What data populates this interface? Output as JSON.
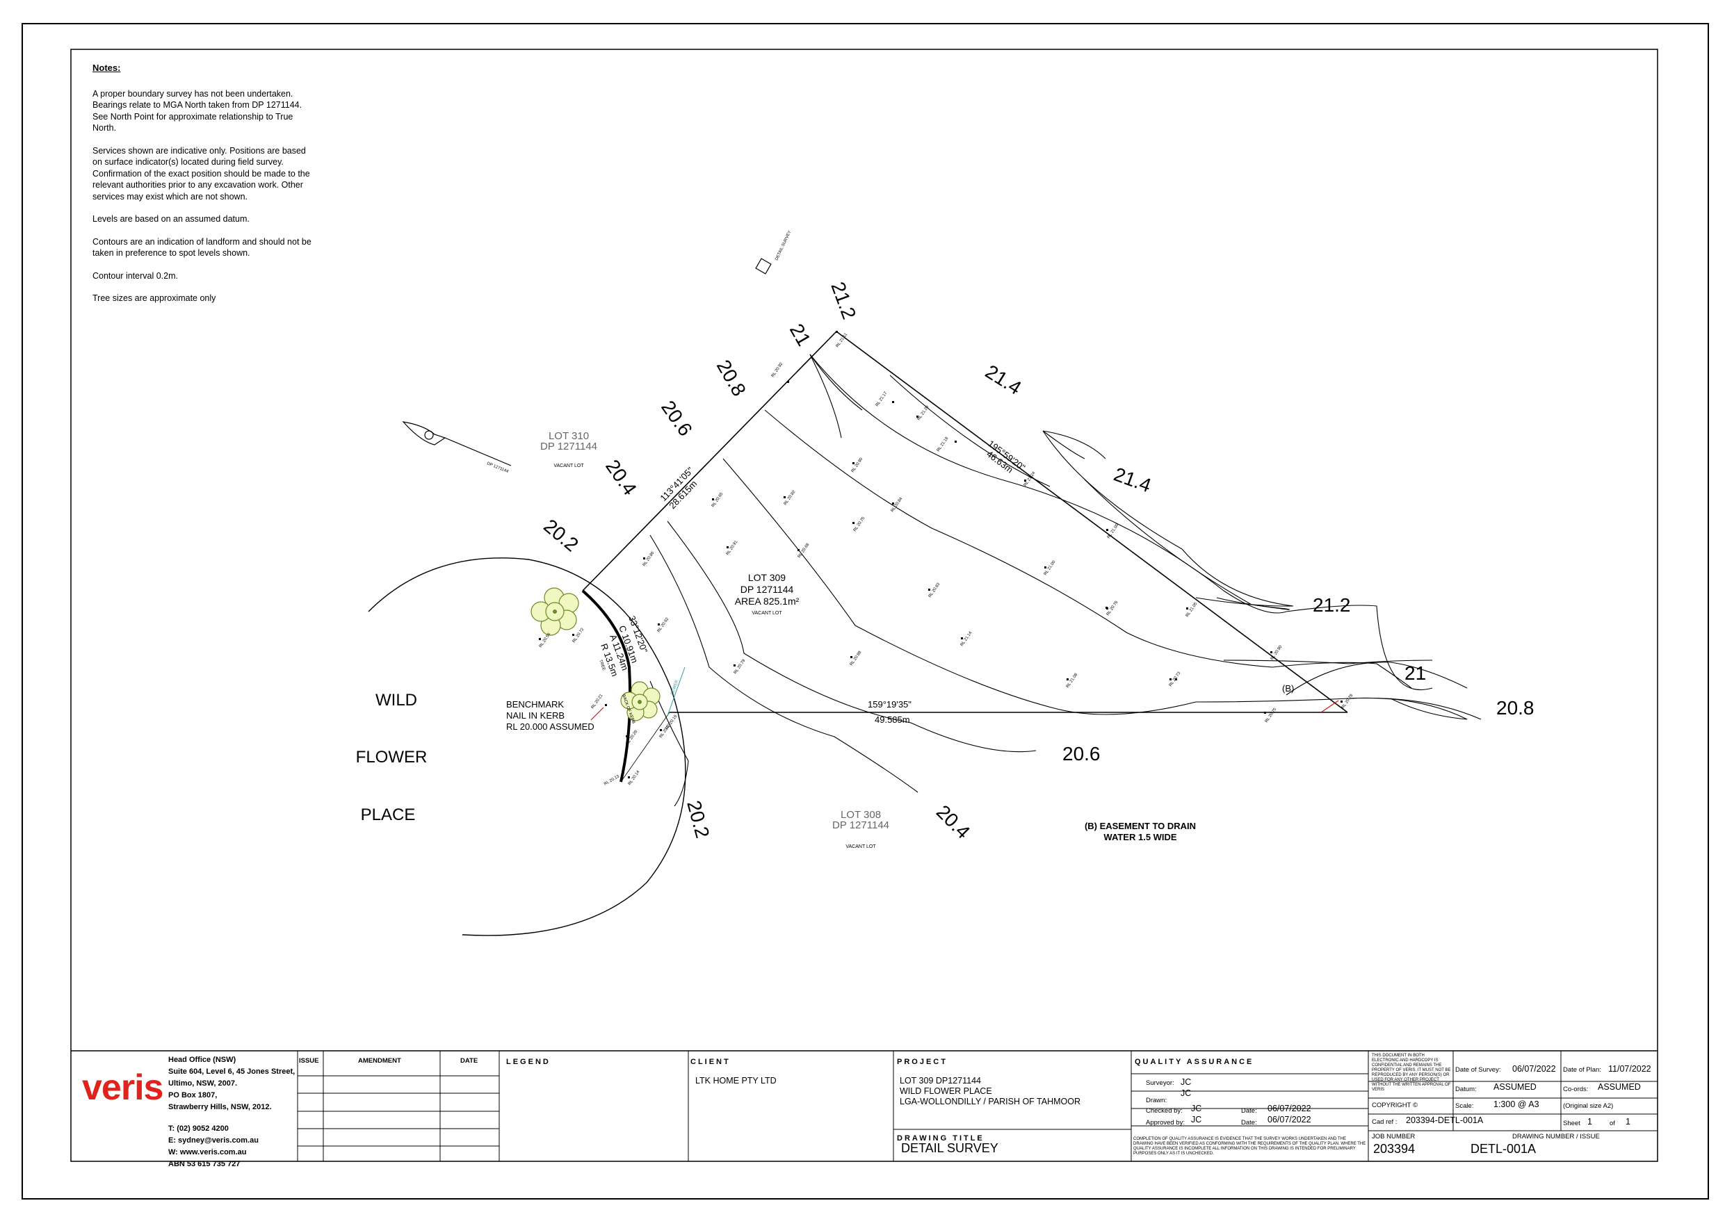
{
  "notes": {
    "heading": "Notes:",
    "items": [
      "A proper boundary survey has not been undertaken. Bearings relate to MGA North taken from DP 1271144. See North Point for approximate relationship to True North.",
      "Services shown are indicative only. Positions are based on surface indicator(s) located during field survey. Confirmation of the exact position should be made to the relevant authorities prior to any excavation work. Other services may exist which are not shown.",
      "Levels are based on an assumed datum.",
      "Contours are an indication of landform and should not be taken in preference to spot levels shown.",
      "Contour interval 0.2m.",
      "Tree sizes are approximate only"
    ]
  },
  "plan": {
    "contours": [
      "21.2",
      "21",
      "20.8",
      "20.6",
      "20.4",
      "20.2",
      "21.4",
      "21.4",
      "21.2",
      "21",
      "20.8",
      "20.6",
      "20.4",
      "20.2"
    ],
    "lot310": [
      "LOT 310",
      "DP 1271144",
      "VACANT LOT"
    ],
    "lot309": [
      "LOT 309",
      "DP 1271144",
      "AREA 825.1m²",
      "VACANT LOT"
    ],
    "lot308": [
      "LOT 308",
      "DP 1271144",
      "VACANT LOT"
    ],
    "street": [
      "WILD",
      "FLOWER",
      "PLACE"
    ],
    "benchmark": [
      "BENCHMARK",
      "NAIL IN KERB",
      "RL 20.000 ASSUMED"
    ],
    "bearings": {
      "nw_bearing": "113°41'05\"",
      "nw_dist": "28.615m",
      "ne_bearing": "195°59'20\"",
      "ne_dist": "46.63m",
      "s_bearing": "159°19'35\"",
      "s_dist": "49.585m",
      "arc_bearing": "33°12'20\"",
      "arc_c": "C 10.91m",
      "arc_a": "A 11.24m",
      "arc_r": "R 13.5m"
    },
    "easement_mark": "(B)",
    "easement_note": [
      "(B) EASEMENT TO DRAIN",
      "WATER 1.5 WIDE"
    ],
    "survey_mark": "DETAIL SURVEY",
    "spot_levels": [
      "RL 20.92",
      "RL 21.11",
      "RL 21.17",
      "RL 21.20",
      "RL 21.18",
      "RL 21.24",
      "RL 20.90",
      "RL 20.82",
      "RL 20.84",
      "RL 20.65",
      "RL 20.91",
      "RL 20.68",
      "RL 20.75",
      "RL 21.00",
      "RL 21.00",
      "RL 20.83",
      "RL 20.76",
      "RL 21.05",
      "RL 21.14",
      "RL 20.88",
      "RL 20.90",
      "RL 21.08",
      "RL 20.73",
      "RL 20.75",
      "RL 20.78",
      "RL 20.79",
      "RL 20.86",
      "RL 20.62",
      "RL 20.72",
      "RL 20.56",
      "RL 20.21",
      "RL 20.01",
      "RL 20.14",
      "RL 20.13",
      "RL 20.26",
      "RL 20.16"
    ],
    "tree_label": "TREE",
    "sewer_label": "SEWER",
    "kerb_label": "BACK OF KERB"
  },
  "title_block": {
    "company": "veris",
    "office": [
      "Head Office (NSW)",
      "Suite 604, Level 6, 45 Jones Street,",
      "Ultimo, NSW, 2007.",
      "PO Box 1807,",
      "Strawberry Hills, NSW, 2012."
    ],
    "contact": [
      "T: (02) 9052 4200",
      "E: sydney@veris.com.au",
      "W: www.veris.com.au",
      "ABN 53 615 735 727"
    ],
    "issue_head": "ISSUE",
    "amendment_head": "AMENDMENT",
    "date_head": "DATE",
    "legend_head": "LEGEND",
    "client_head": "CLIENT",
    "client": "LTK HOME PTY LTD",
    "project_head": "PROJECT",
    "project": [
      "LOT 309 DP1271144",
      "WILD FLOWER PLACE",
      "LGA-WOLLONDILLY / PARISH OF TAHMOOR"
    ],
    "drawing_title_head": "DRAWING TITLE",
    "drawing_title": "DETAIL SURVEY",
    "qa_head": "QUALITY ASSURANCE",
    "surveyor_label": "Surveyor:",
    "surveyor": "JC",
    "drawn_label": "Drawn:",
    "drawn": "JC",
    "checked_label": "Checked by:",
    "checked": "JC",
    "approved_label": "Approved by:",
    "approved": "JC",
    "date_label": "Date:",
    "checked_date": "06/07/2022",
    "approved_date": "06/07/2022",
    "qa_note": "COMPLETION OF QUALITY ASSURANCE IS EVIDENCE THAT THE SURVEY WORKS UNDERTAKEN AND THE DRAWING HAVE BEEN VERIFIED AS CONFORMING WITH THE REQUIREMENTS OF THE QUALITY PLAN. WHERE THE QUALITY ASSURANCE IS INCOMPLETE ALL INFORMATION ON THIS DRAWING IS INTENDED FOR PRELIMINARY PURPOSES ONLY AS IT IS UNCHECKED.",
    "confidential": "THIS DOCUMENT IN BOTH ELECTRONIC AND HARDCOPY IS CONFIDENTIAL AND REMAINS THE PROPERTY OF VERIS. IT MUST NOT BE REPRODUCED BY ANY PERSON(S) OR USED FOR ANY OTHER PROJECT WITHOUT THE WRITTEN APPROVAL OF VERIS",
    "copyright": "COPYRIGHT ©",
    "date_of_survey_label": "Date of Survey:",
    "date_of_survey": "06/07/2022",
    "date_of_plan_label": "Date of Plan:",
    "date_of_plan": "11/07/2022",
    "datum_label": "Datum:",
    "datum": "ASSUMED",
    "coords_label": "Co-ords:",
    "coords": "ASSUMED",
    "scale_label": "Scale:",
    "scale": "1:300 @ A3",
    "original_size": "(Original size A2)",
    "cad_label": "Cad ref :",
    "cad_ref": "203394-DETL-001A",
    "sheet_label": "Sheet",
    "sheet": "1",
    "of_label": "of",
    "sheet_total": "1",
    "job_number_label": "JOB NUMBER",
    "job_number": "203394",
    "drawing_number_label": "DRAWING NUMBER / ISSUE",
    "drawing_number": "DETL-001A"
  }
}
